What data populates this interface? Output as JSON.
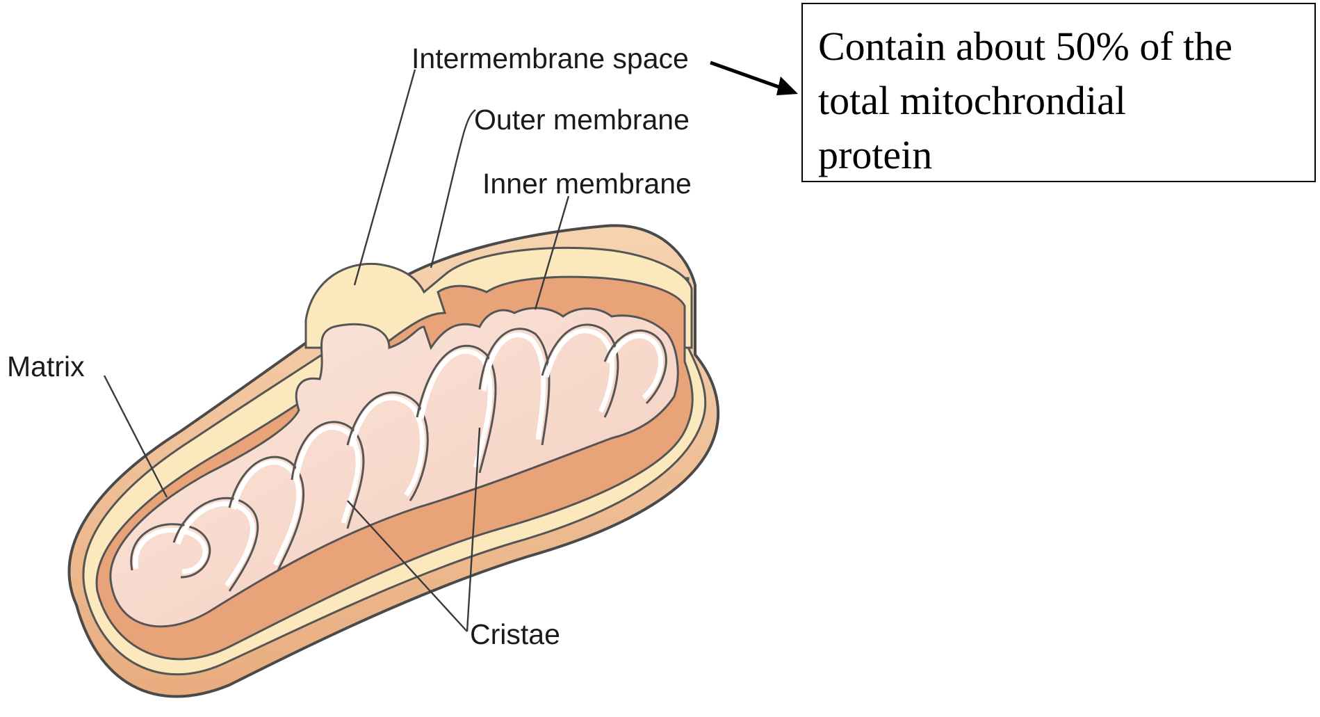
{
  "labels": {
    "intermembrane_space": "Intermembrane space",
    "outer_membrane": "Outer membrane",
    "inner_membrane": "Inner membrane",
    "matrix": "Matrix",
    "cristae": "Cristae"
  },
  "note": {
    "line1": "Contain about 50% of the",
    "line2": "total mitochrondial",
    "line3": "protein"
  },
  "colors": {
    "outer_shell": "#f0c49b",
    "intermembrane": "#fbe9bc",
    "inner_band": "#e9a47a",
    "matrix": "#f9dfd4",
    "membrane_line": "#555555"
  }
}
